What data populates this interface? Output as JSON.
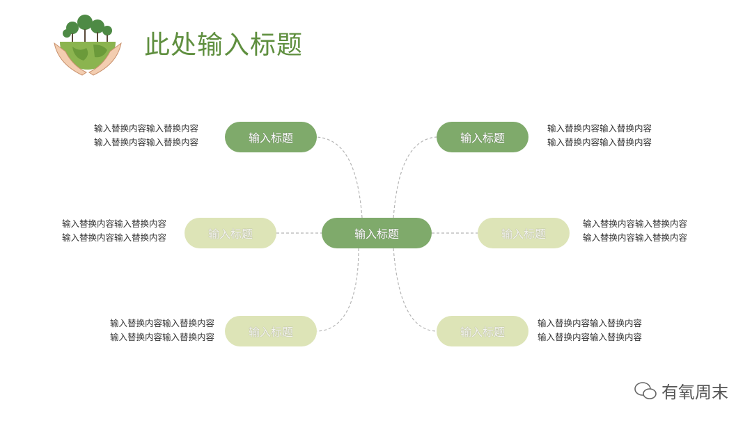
{
  "title": "此处输入标题",
  "center": {
    "label": "输入标题"
  },
  "branches": [
    {
      "label": "输入标题",
      "text": [
        "输入替换内容输入替换内容",
        "输入替换内容输入替换内容"
      ]
    },
    {
      "label": "输入标题",
      "text": [
        "输入替换内容输入替换内容",
        "输入替换内容输入替换内容"
      ]
    },
    {
      "label": "输入标题",
      "text": [
        "输入替换内容输入替换内容",
        "输入替换内容输入替换内容"
      ]
    },
    {
      "label": "输入标题",
      "text": [
        "输入替换内容输入替换内容",
        "输入替换内容输入替换内容"
      ]
    },
    {
      "label": "输入标题",
      "text": [
        "输入替换内容输入替换内容",
        "输入替换内容输入替换内容"
      ]
    },
    {
      "label": "输入标题",
      "text": [
        "输入替换内容输入替换内容",
        "输入替换内容输入替换内容"
      ]
    }
  ],
  "watermark": "有氧周末",
  "colors": {
    "dark": "#7faa6b",
    "light": "#dde4b7",
    "title": "#5f8f3f"
  }
}
